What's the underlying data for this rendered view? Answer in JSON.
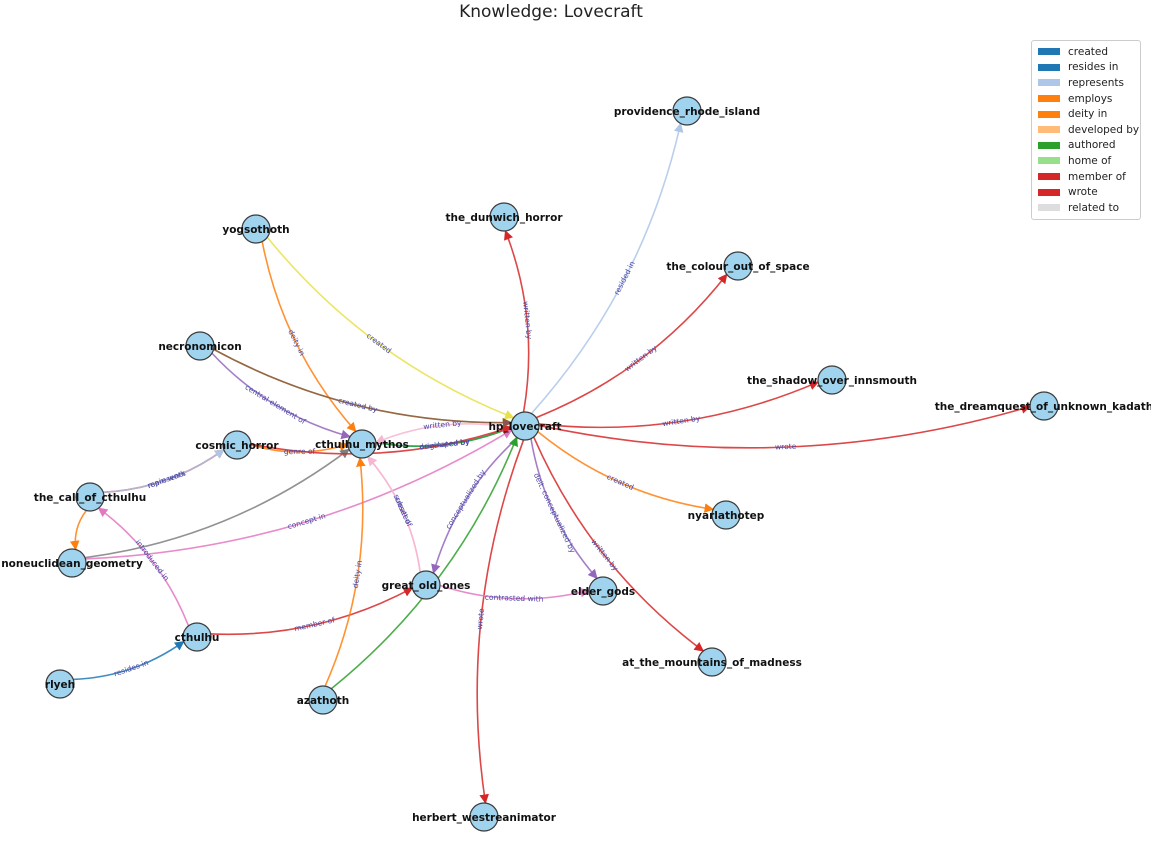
{
  "title": "Knowledge: Lovecraft",
  "legend": [
    {
      "label": "created",
      "color": "#1f77b4"
    },
    {
      "label": "resides in",
      "color": "#1f77b4"
    },
    {
      "label": "represents",
      "color": "#aec7e8"
    },
    {
      "label": "employs",
      "color": "#ff7f0e"
    },
    {
      "label": "deity in",
      "color": "#ff7f0e"
    },
    {
      "label": "developed by",
      "color": "#ffbb78"
    },
    {
      "label": "authored",
      "color": "#2ca02c"
    },
    {
      "label": "home of",
      "color": "#98df8a"
    },
    {
      "label": "member of",
      "color": "#d62728"
    },
    {
      "label": "wrote",
      "color": "#d62728"
    },
    {
      "label": "related to",
      "color": "#dddddd"
    }
  ],
  "nodes": [
    {
      "id": "hp_lovecraft",
      "label": "hp_lovecraft"
    },
    {
      "id": "providence_rhode_island",
      "label": "providence_rhode_island"
    },
    {
      "id": "the_dunwich_horror",
      "label": "the_dunwich_horror"
    },
    {
      "id": "the_colour_out_of_space",
      "label": "the_colour_out_of_space"
    },
    {
      "id": "the_shadow_over_innsmouth",
      "label": "the_shadow_over_innsmouth"
    },
    {
      "id": "the_dreamquest_of_unknown_kadath",
      "label": "the_dreamquest_of_unknown_kadath"
    },
    {
      "id": "yogsothoth",
      "label": "yogsothoth"
    },
    {
      "id": "necronomicon",
      "label": "necronomicon"
    },
    {
      "id": "cosmic_horror",
      "label": "cosmic_horror"
    },
    {
      "id": "cthulhu_mythos",
      "label": "cthulhu_mythos"
    },
    {
      "id": "the_call_of_cthulhu",
      "label": "the_call_of_cthulhu"
    },
    {
      "id": "noneuclidean_geometry",
      "label": "noneuclidean_geometry"
    },
    {
      "id": "nyarlathotep",
      "label": "nyarlathotep"
    },
    {
      "id": "great_old_ones",
      "label": "great_old_ones"
    },
    {
      "id": "elder_gods",
      "label": "elder_gods"
    },
    {
      "id": "cthulhu",
      "label": "cthulhu"
    },
    {
      "id": "rlyeh",
      "label": "rlyeh"
    },
    {
      "id": "azathoth",
      "label": "azathoth"
    },
    {
      "id": "at_the_mountains_of_madness",
      "label": "at_the_mountains_of_madness"
    },
    {
      "id": "herbert_westreanimator",
      "label": "herbert_westreanimator"
    }
  ],
  "edges": [
    {
      "from": "hp_lovecraft",
      "to": "providence_rhode_island",
      "label": "resided in",
      "color": "#aec7e8"
    },
    {
      "from": "hp_lovecraft",
      "to": "the_dunwich_horror",
      "label": "written by",
      "color": "#d62728"
    },
    {
      "from": "hp_lovecraft",
      "to": "the_colour_out_of_space",
      "label": "written by",
      "color": "#d62728"
    },
    {
      "from": "hp_lovecraft",
      "to": "the_shadow_over_innsmouth",
      "label": "written by",
      "color": "#d62728"
    },
    {
      "from": "hp_lovecraft",
      "to": "the_dreamquest_of_unknown_kadath",
      "label": "wrote",
      "color": "#d62728"
    },
    {
      "from": "yogsothoth",
      "to": "hp_lovecraft",
      "label": "created",
      "color": "#e8e04a"
    },
    {
      "from": "yogsothoth",
      "to": "cthulhu_mythos",
      "label": "deity in",
      "color": "#ff7f0e"
    },
    {
      "from": "necronomicon",
      "to": "hp_lovecraft",
      "label": "created by",
      "color": "#bcbd22"
    },
    {
      "from": "necronomicon",
      "to": "cthulhu_mythos",
      "label": "central element of",
      "color": "#9467bd"
    },
    {
      "from": "cosmic_horror",
      "to": "cthulhu_mythos",
      "label": "genre of",
      "color": "#ff7f0e"
    },
    {
      "from": "cthulhu_mythos",
      "to": "hp_lovecraft",
      "label": "originated by",
      "color": "#17becf"
    },
    {
      "from": "cthulhu_mythos",
      "to": "hp_lovecraft",
      "label": "developed by",
      "color": "#2ca02c"
    },
    {
      "from": "hp_lovecraft",
      "to": "cthulhu_mythos",
      "label": "written by",
      "color": "#f7b6d2"
    },
    {
      "from": "the_call_of_cthulhu",
      "to": "cosmic_horror",
      "label": "main work",
      "color": "#d62728"
    },
    {
      "from": "the_call_of_cthulhu",
      "to": "cosmic_horror",
      "label": "represents",
      "color": "#aec7e8"
    },
    {
      "from": "noneuclidean_geometry",
      "to": "hp_lovecraft",
      "label": "concept in",
      "color": "#e377c2"
    },
    {
      "from": "hp_lovecraft",
      "to": "nyarlathotep",
      "label": "created",
      "color": "#ff7f0e"
    },
    {
      "from": "hp_lovecraft",
      "to": "great_old_ones",
      "label": "conceptualized by",
      "color": "#9467bd"
    },
    {
      "from": "hp_lovecraft",
      "to": "elder_gods",
      "label": "deit. conceptualized by",
      "color": "#9467bd"
    },
    {
      "from": "hp_lovecraft",
      "to": "at_the_mountains_of_madness",
      "label": "written by",
      "color": "#d62728"
    },
    {
      "from": "hp_lovecraft",
      "to": "herbert_westreanimator",
      "label": "wrote",
      "color": "#d62728"
    },
    {
      "from": "great_old_ones",
      "to": "elder_gods",
      "label": "contrasted with",
      "color": "#e377c2"
    },
    {
      "from": "cthulhu",
      "to": "great_old_ones",
      "label": "member of",
      "color": "#d62728"
    },
    {
      "from": "cthulhu",
      "to": "the_call_of_cthulhu",
      "label": "introduced in",
      "color": "#e377c2"
    },
    {
      "from": "rlyeh",
      "to": "cthulhu",
      "label": "resides in",
      "color": "#1f77b4"
    },
    {
      "from": "azathoth",
      "to": "cthulhu_mythos",
      "label": "deity in",
      "color": "#ff7f0e"
    },
    {
      "from": "great_old_ones",
      "to": "cthulhu_mythos",
      "label": "subset of",
      "color": "#f7b6d2"
    },
    {
      "from": "azathoth",
      "to": "hp_lovecraft",
      "label": "",
      "color": "#2ca02c"
    },
    {
      "from": "great_old_ones",
      "to": "cthulhu_mythos",
      "label": "created",
      "color": "#f7b6d2"
    },
    {
      "from": "noneuclidean_geometry",
      "to": "cthulhu_mythos",
      "label": "",
      "color": "#7f7f7f"
    },
    {
      "from": "the_call_of_cthulhu",
      "to": "noneuclidean_geometry",
      "label": "",
      "color": "#ff7f0e"
    },
    {
      "from": "cosmic_horror",
      "to": "hp_lovecraft",
      "label": "",
      "color": "#d62728"
    },
    {
      "from": "necronomicon",
      "to": "hp_lovecraft",
      "label": "",
      "color": "#8c564b"
    }
  ]
}
